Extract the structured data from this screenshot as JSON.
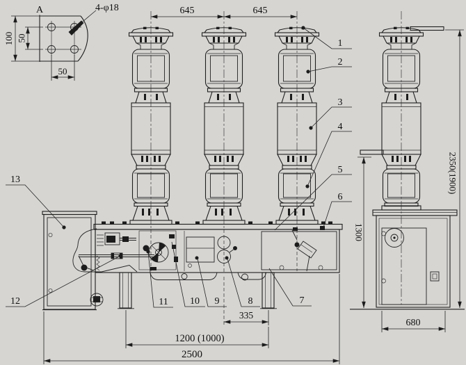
{
  "drawing": {
    "background": "#d6d5d2",
    "ink": "#1e1e1e",
    "detail": {
      "label": "A",
      "hole_note": "4-φ18",
      "dim_height": "100",
      "dim_rows": "50",
      "dim_cols": "50"
    },
    "dims": {
      "span_left": "645",
      "span_right": "645",
      "total_height": "2350(1900)",
      "terminal_height": "1300",
      "side_width": "680",
      "center_offset": "335",
      "mount_span": "1200 (1000)",
      "total_width": "2500"
    },
    "callouts": [
      "1",
      "2",
      "3",
      "4",
      "5",
      "6",
      "7",
      "8",
      "9",
      "10",
      "11",
      "12",
      "13"
    ]
  }
}
